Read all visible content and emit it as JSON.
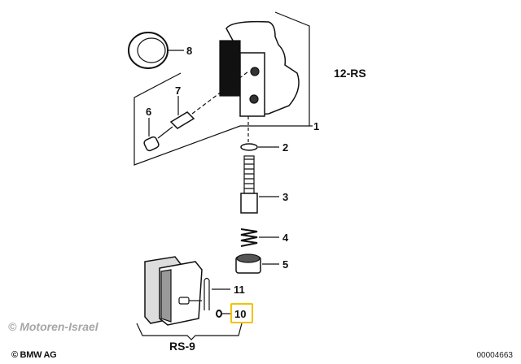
{
  "diagram": {
    "group_labels": {
      "upper": "12-RS",
      "lower": "RS-9"
    },
    "callouts": [
      {
        "id": "1",
        "text": "1"
      },
      {
        "id": "2",
        "text": "2"
      },
      {
        "id": "3",
        "text": "3"
      },
      {
        "id": "4",
        "text": "4"
      },
      {
        "id": "5",
        "text": "5"
      },
      {
        "id": "6",
        "text": "6"
      },
      {
        "id": "7",
        "text": "7"
      },
      {
        "id": "8",
        "text": "8"
      },
      {
        "id": "10",
        "text": "10",
        "highlighted": true
      },
      {
        "id": "11",
        "text": "11"
      }
    ],
    "highlight_color": "#f2c200"
  },
  "footer": {
    "watermark": "© Motoren-Israel",
    "copyright": "© BMW AG",
    "diagram_number": "00004663"
  }
}
